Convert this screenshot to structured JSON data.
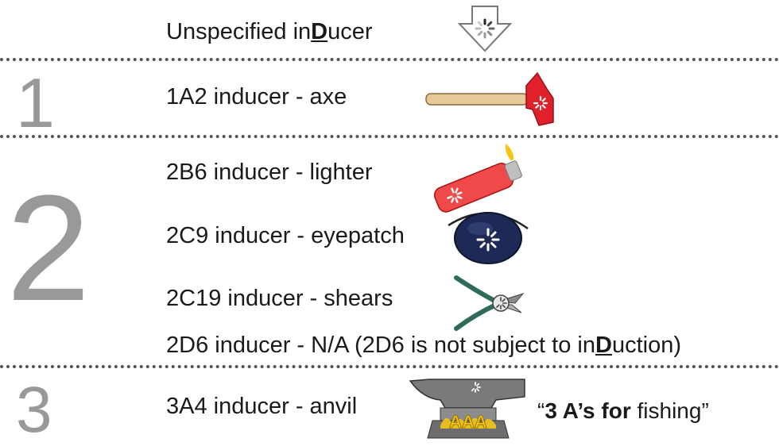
{
  "header": {
    "label_prefix": "Unspecified in",
    "label_emph": "D",
    "label_suffix": "ucer"
  },
  "sections": [
    {
      "number": "1"
    },
    {
      "number": "2"
    },
    {
      "number": "3"
    }
  ],
  "rows": {
    "axe": "1A2 inducer  - axe",
    "lighter": "2B6 inducer - lighter",
    "eyepatch": "2C9 inducer - eyepatch",
    "shears": "2C19 inducer - shears",
    "na_prefix": "2D6 inducer - N/A (2D6 is not subject to in",
    "na_emph": "D",
    "na_suffix": "uction)",
    "anvil": "3A4 inducer - anvil"
  },
  "anvil_label": "AAA",
  "quote": {
    "open": "“",
    "bold": "3 A’s for",
    "rest": " fishing”"
  },
  "colors": {
    "number_gray": "#999999",
    "axe_red": "#e0202a",
    "lighter_red": "#f0494a",
    "patch_navy": "#1e2a55",
    "shears_green": "#2f6b5b",
    "anvil_gray": "#7a7a7a",
    "fire_yellow": "#f5c518"
  }
}
